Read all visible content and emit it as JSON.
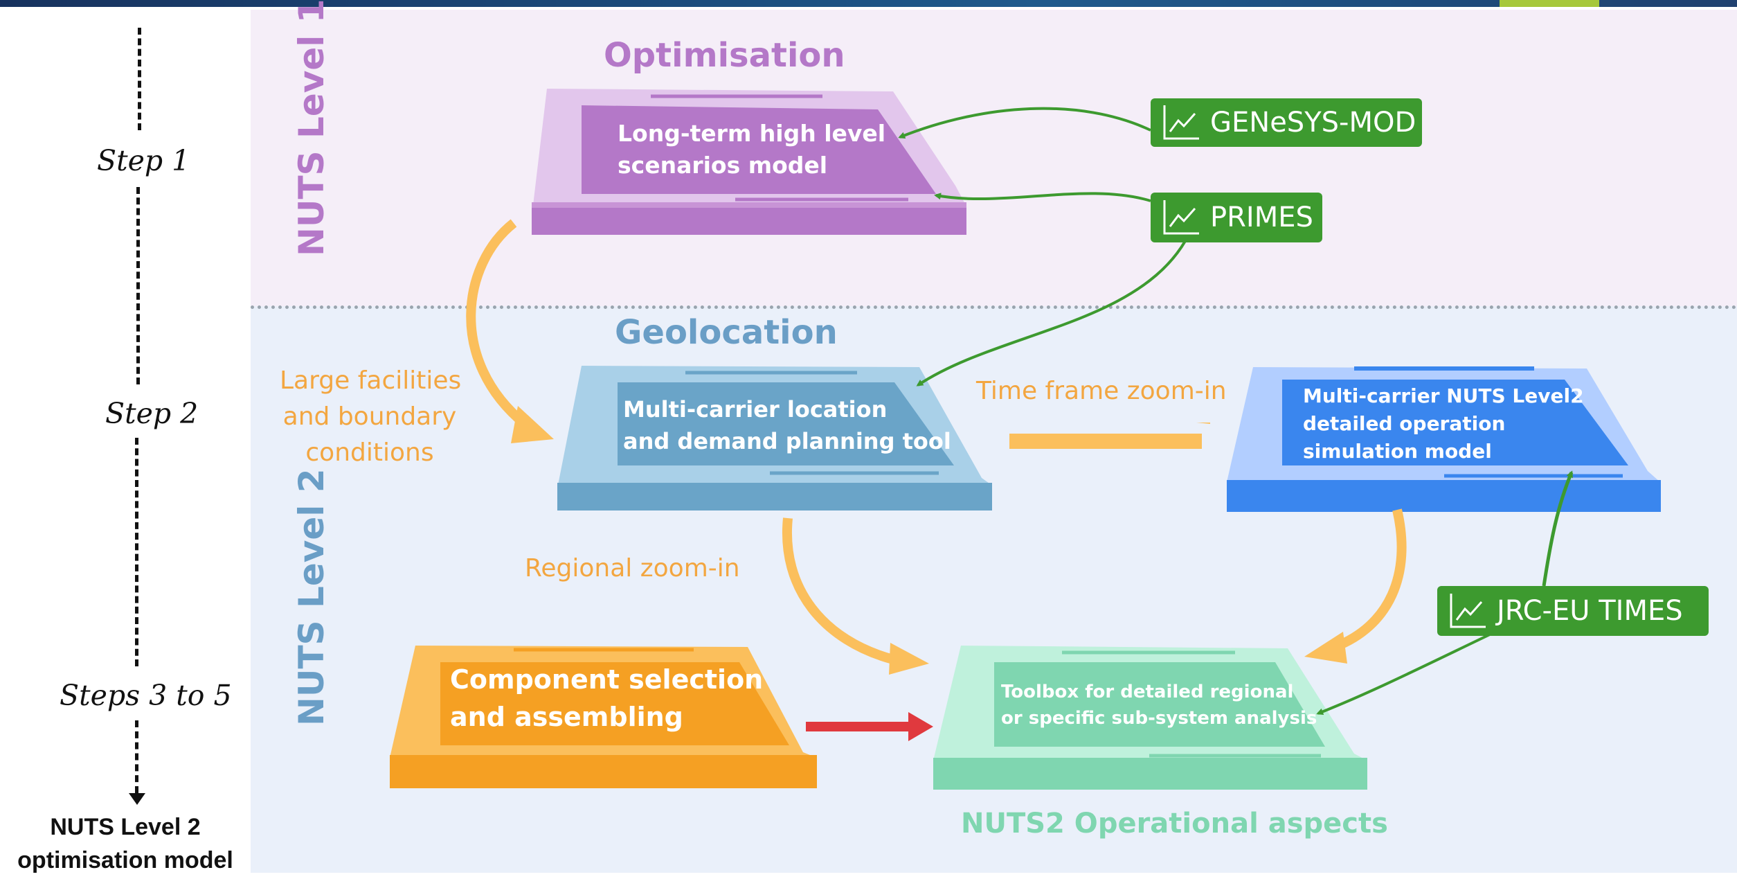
{
  "header": {
    "bar_color": "#17325e",
    "accent_color": "#a6c83a"
  },
  "steps": {
    "step1": "Step 1",
    "step2": "Step 2",
    "step3": "Steps 3 to 5",
    "final_line1": "NUTS Level 2",
    "final_line2": "optimisation model"
  },
  "levels": {
    "level1": "NUTS Level 1",
    "level2": "NUTS Level 2",
    "level1_color": "#b478c8",
    "level2_color": "#6a9ec6"
  },
  "sections": {
    "optimisation": "Optimisation",
    "geolocation": "Geolocation",
    "operational": "NUTS2 Operational aspects"
  },
  "boxes": {
    "long_term": {
      "line1": "Long-term high level",
      "line2": "scenarios model",
      "color": "#b478c8"
    },
    "multi_carrier_location": {
      "line1": "Multi-carrier location",
      "line2": "and demand planning tool",
      "color": "#6aa4c8"
    },
    "multi_carrier_nuts": {
      "line1": "Multi-carrier NUTS Level2",
      "line2": "detailed operation",
      "line3": "simulation model",
      "color": "#3a86ee"
    },
    "component": {
      "line1": "Component selection",
      "line2": "and assembling",
      "color": "#f5a023"
    },
    "toolbox": {
      "line1": "Toolbox for detailed regional",
      "line2": "or specific sub-system analysis",
      "color": "#7fd6b0"
    }
  },
  "flow_labels": {
    "large_facilities_1": "Large facilities",
    "large_facilities_2": "and boundary",
    "large_facilities_3": "conditions",
    "time_frame": "Time frame zoom-in",
    "regional": "Regional zoom-in"
  },
  "tools": [
    {
      "name": "GENeSYS-MOD",
      "icon": "line-chart-icon"
    },
    {
      "name": "PRIMES",
      "icon": "line-chart-icon"
    },
    {
      "name": "JRC-EU TIMES",
      "icon": "line-chart-icon"
    }
  ],
  "colors": {
    "orange_arrow": "#fbbf5c",
    "green_arrow": "#3d9a2f",
    "red_arrow": "#e0393e"
  }
}
